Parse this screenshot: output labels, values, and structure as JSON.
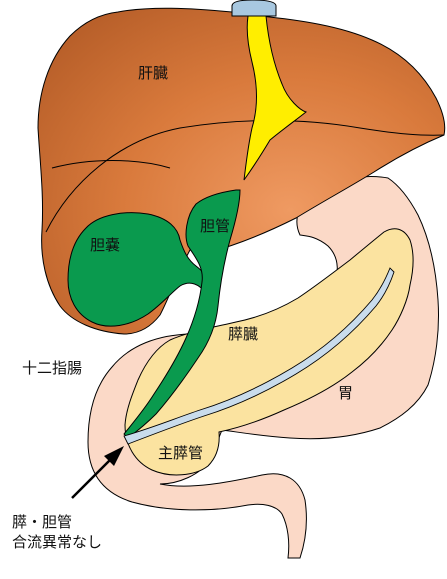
{
  "labels": {
    "liver": "肝臓",
    "gallbladder": "胆嚢",
    "bile_duct": "胆管",
    "pancreas": "膵臓",
    "duodenum": "十二指腸",
    "stomach": "胃",
    "main_pancreatic_duct": "主膵管",
    "annotation_line1": "膵・胆管",
    "annotation_line2": "合流異常なし"
  },
  "colors": {
    "liver": "#d2793a",
    "gallbladder": "#0a9a4e",
    "bile_duct": "#0a9a4e",
    "hepatic_duct": "#ffee00",
    "hepatic_duct_cap": "#a8c8e0",
    "pancreas": "#fbe3a0",
    "stomach": "#fbd9c7",
    "main_pancreatic_duct": "#c9dcec",
    "outline": "#000000"
  }
}
